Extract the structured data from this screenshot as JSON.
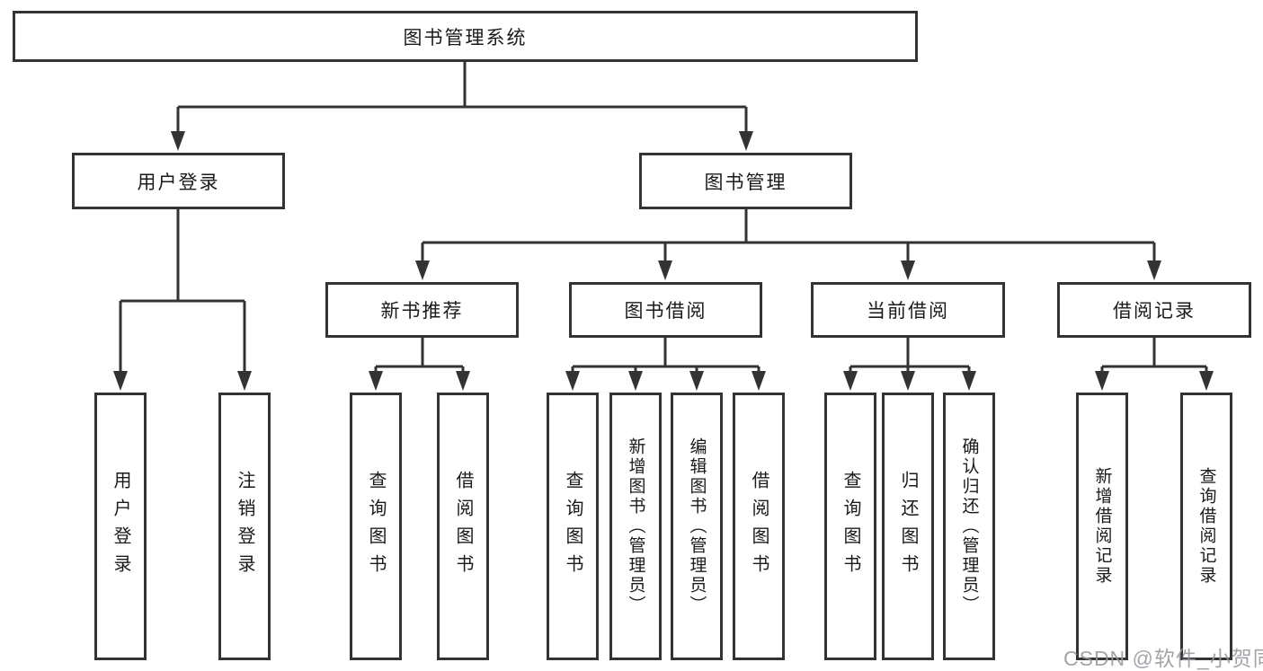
{
  "diagram": {
    "title": "图书管理系统",
    "root": {
      "label": "图书管理系统"
    },
    "level2": [
      {
        "id": "user-login",
        "label": "用户登录"
      },
      {
        "id": "book-management",
        "label": "图书管理"
      }
    ],
    "level3": [
      {
        "id": "new-book-recommend",
        "label": "新书推荐"
      },
      {
        "id": "book-borrow",
        "label": "图书借阅"
      },
      {
        "id": "current-borrow",
        "label": "当前借阅"
      },
      {
        "id": "borrow-records",
        "label": "借阅记录"
      }
    ],
    "leaves": {
      "user_login": [
        {
          "label": "用户登录"
        },
        {
          "label": "注销登录"
        }
      ],
      "new_book": [
        {
          "label": "查询图书"
        },
        {
          "label": "借阅图书"
        }
      ],
      "book_borrow": [
        {
          "label": "查询图书"
        },
        {
          "label": "新增图书（管理员）"
        },
        {
          "label": "编辑图书（管理员）"
        },
        {
          "label": "借阅图书"
        }
      ],
      "current_borrow": [
        {
          "label": "查询图书"
        },
        {
          "label": "归还图书"
        },
        {
          "label": "确认归还（管理员）"
        }
      ],
      "records": [
        {
          "label": "新增借阅记录"
        },
        {
          "label": "查询借阅记录"
        }
      ]
    }
  },
  "watermark": {
    "text": "CSDN @软件_小贺同学"
  },
  "colors": {
    "line": "#333333",
    "box_border": "#333333",
    "text": "#1a1a1a",
    "background": "#ffffff",
    "watermark": "#94989e"
  }
}
